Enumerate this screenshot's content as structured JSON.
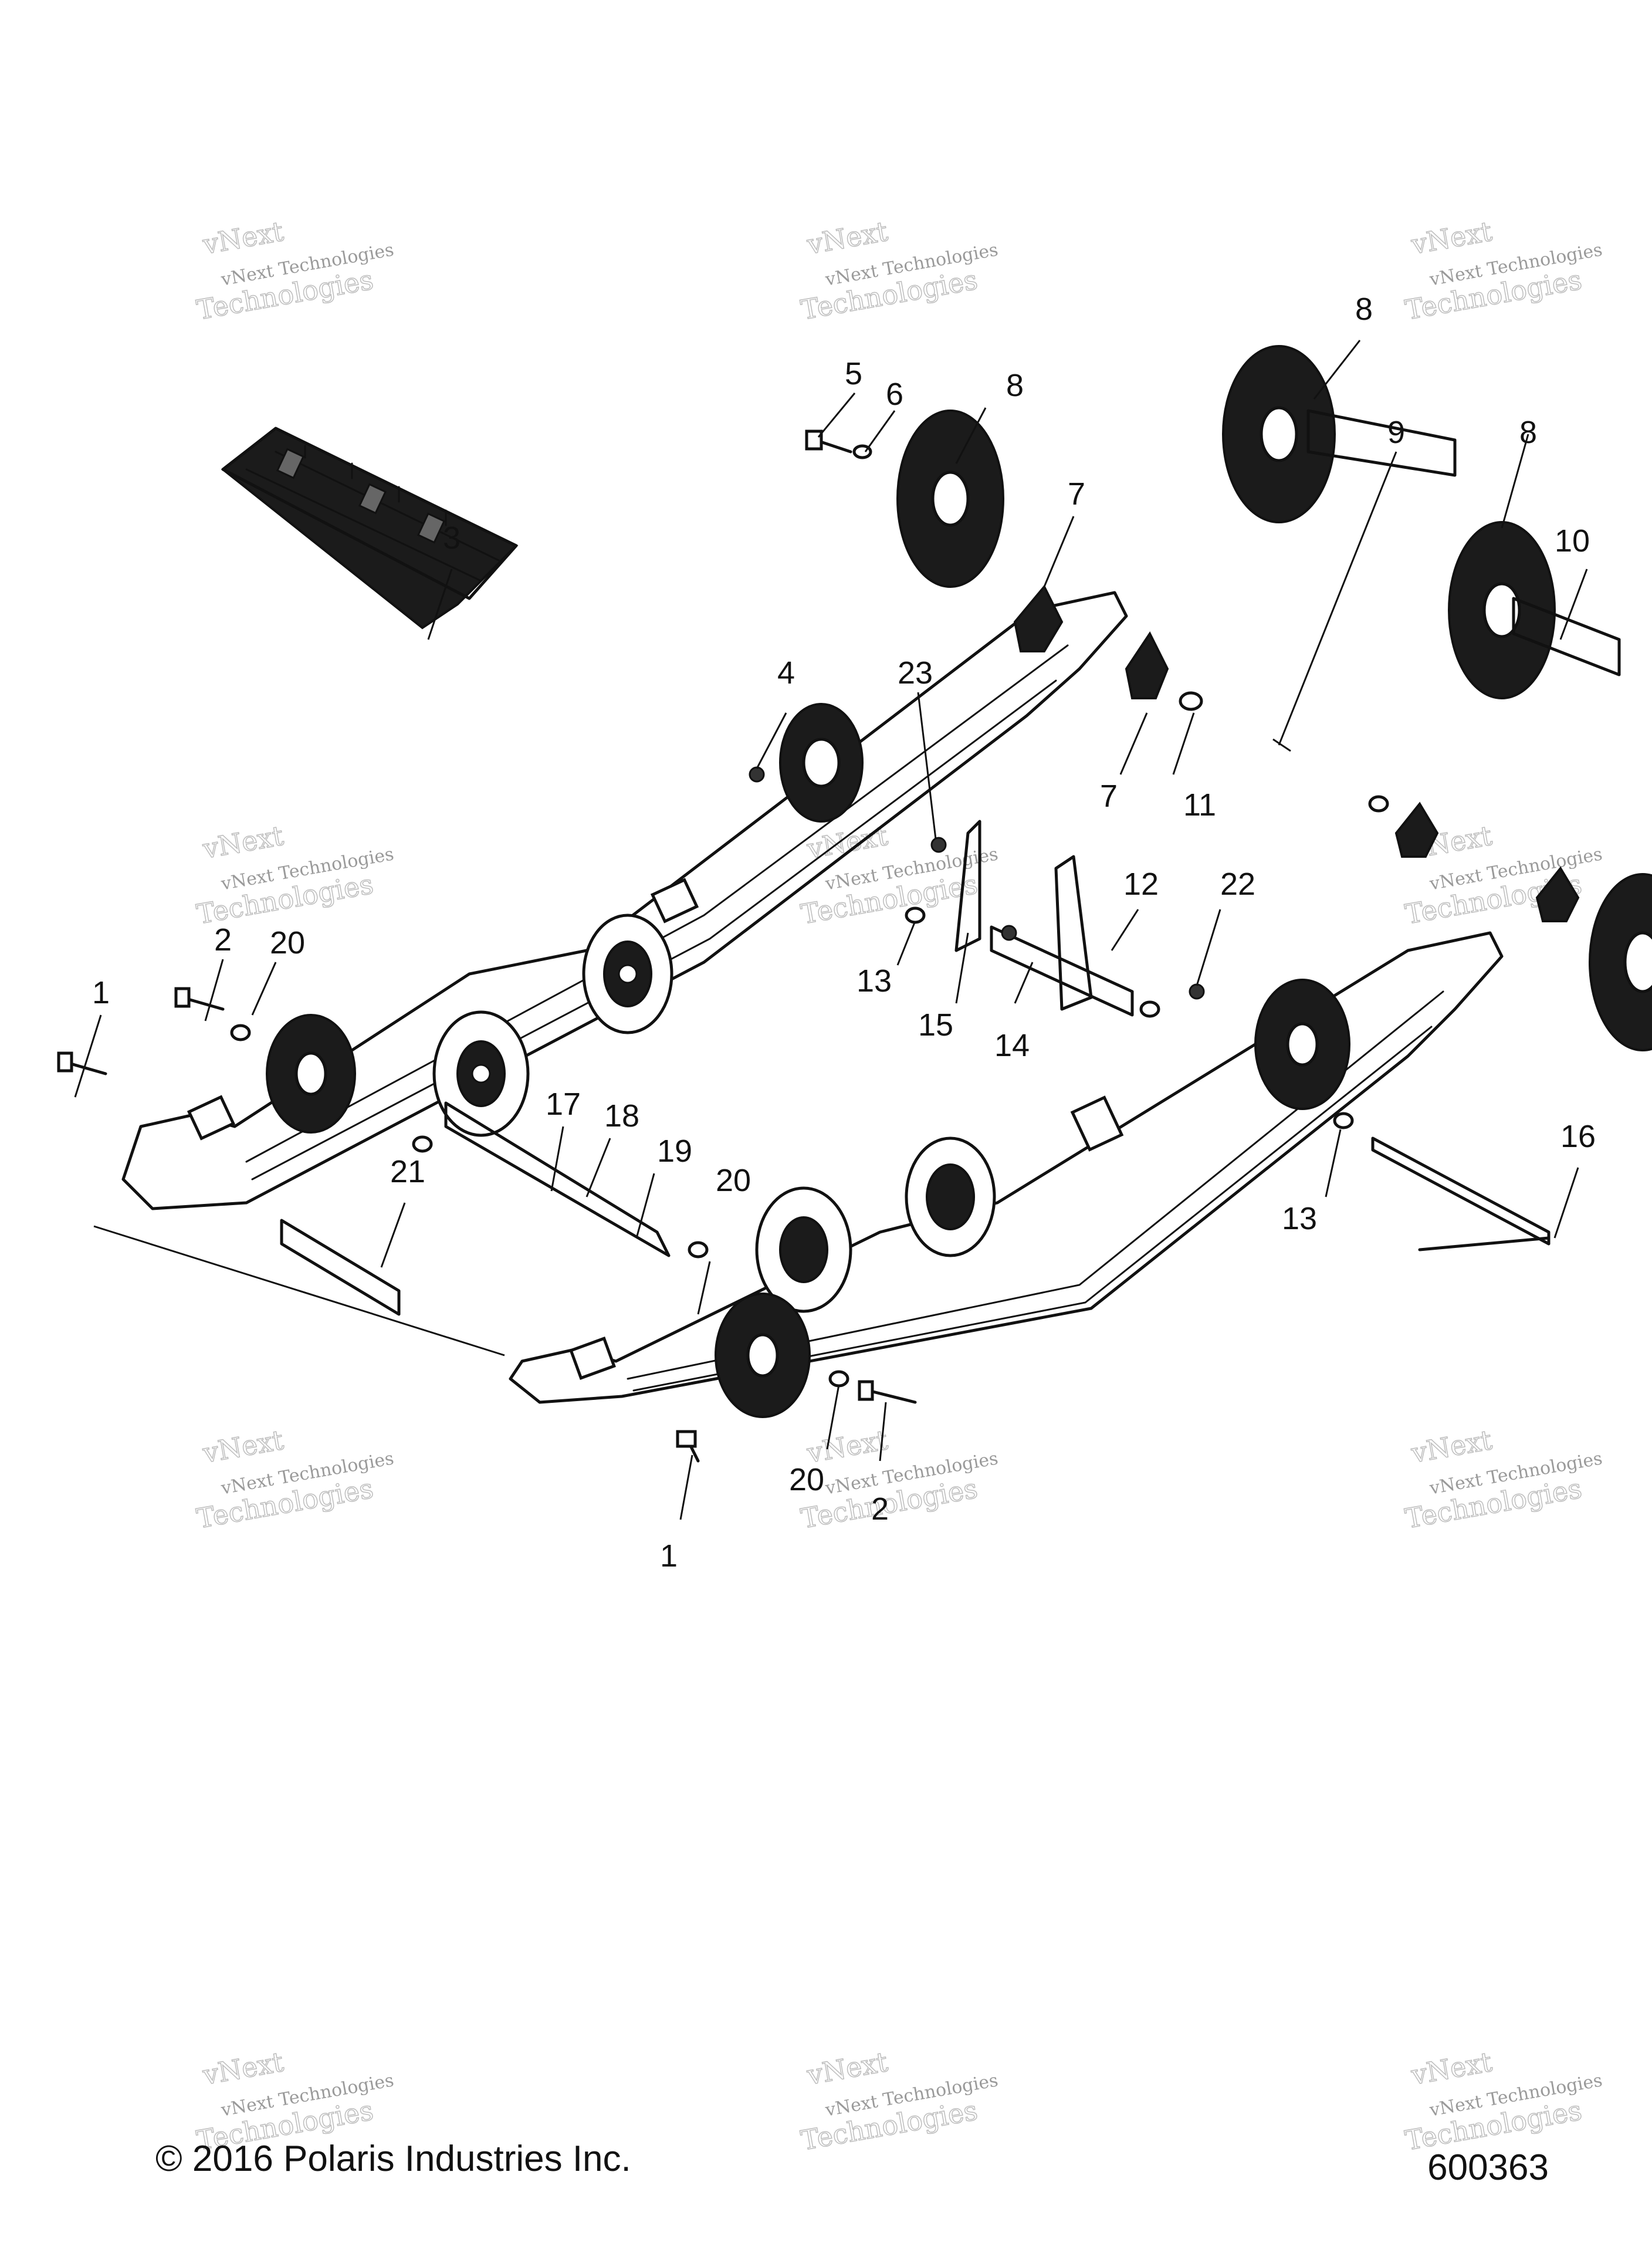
{
  "footer": {
    "copyright": "© 2016 Polaris Industries Inc.",
    "figure_number": "600363"
  },
  "watermark": {
    "line1": "vNext Technologies",
    "line2": "Technologies",
    "tag": "vNext"
  },
  "callouts": [
    "1",
    "1",
    "2",
    "2",
    "3",
    "4",
    "5",
    "6",
    "7",
    "7",
    "8",
    "8",
    "8",
    "9",
    "10",
    "11",
    "12",
    "13",
    "13",
    "14",
    "15",
    "16",
    "17",
    "18",
    "19",
    "20",
    "20",
    "20",
    "21",
    "22",
    "23"
  ]
}
